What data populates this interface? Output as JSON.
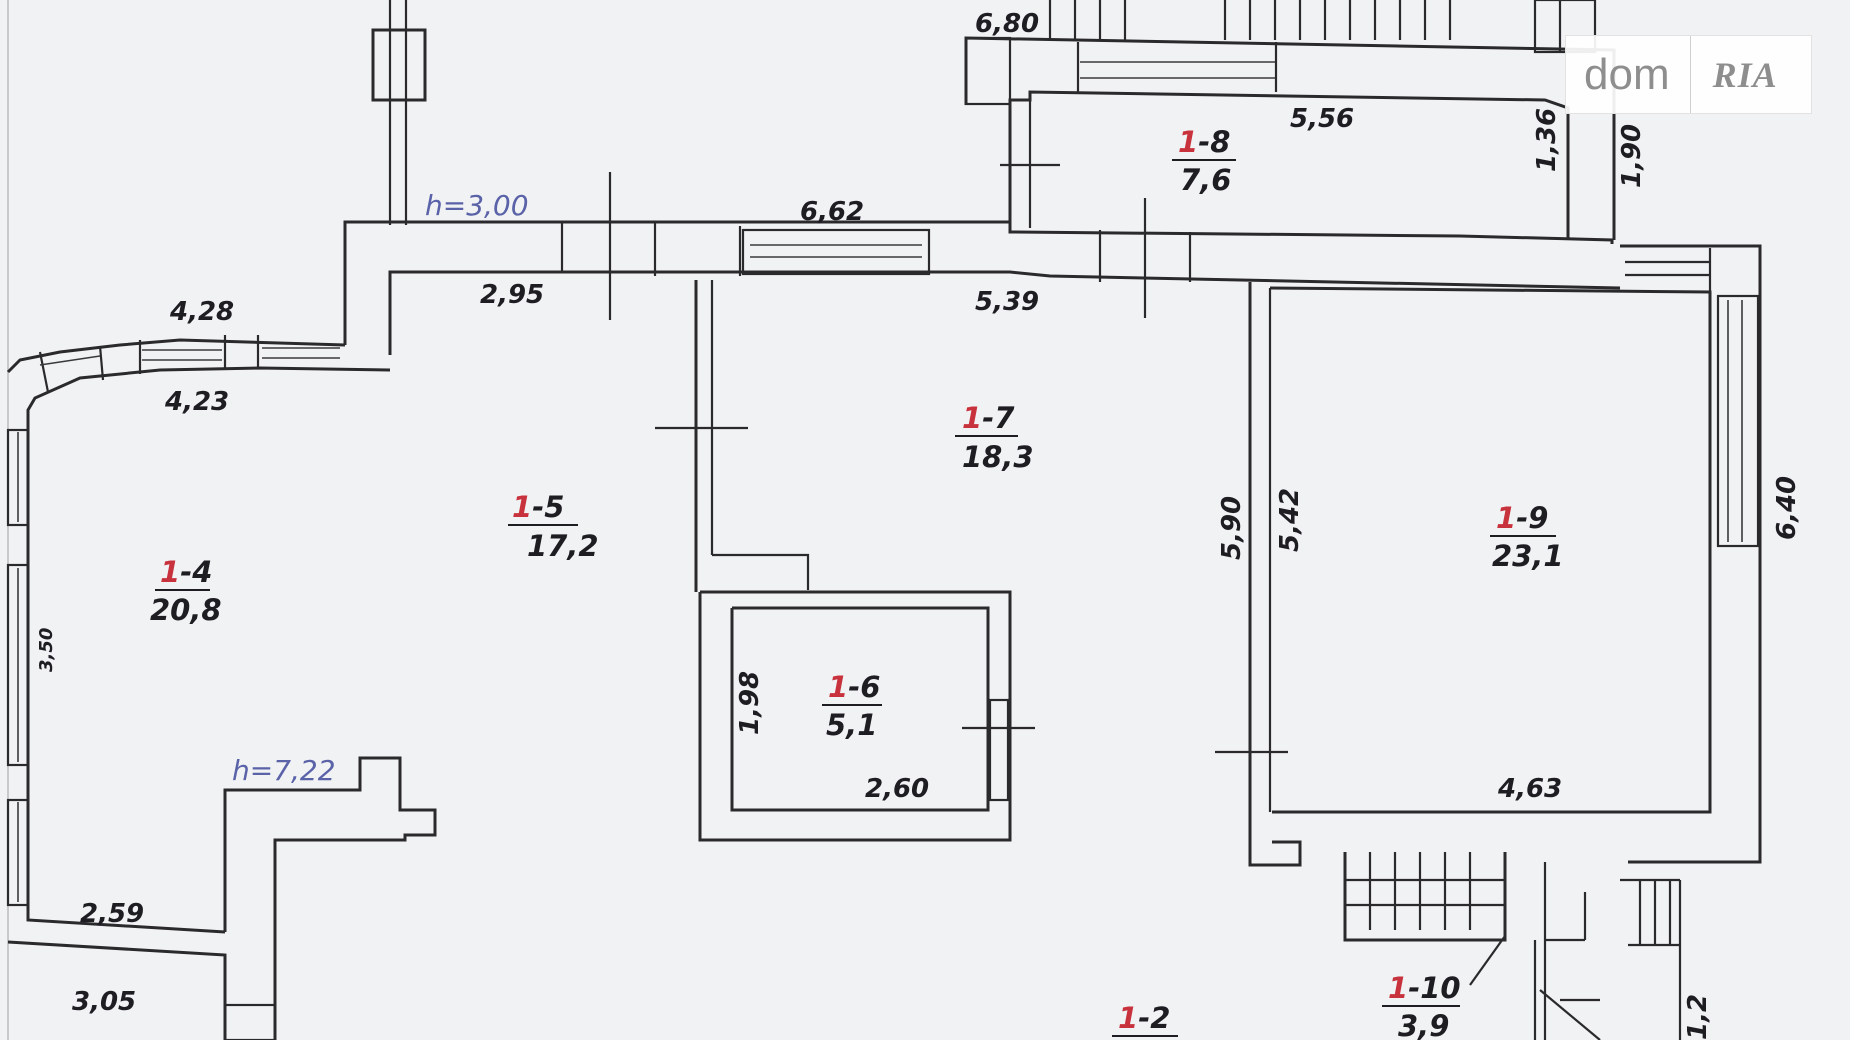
{
  "watermark": {
    "brand": "dom",
    "partner": "RIA"
  },
  "heights": {
    "h1": "h=3,00",
    "h2": "h=7,22"
  },
  "rooms": [
    {
      "id": "1-4",
      "area": "20,8"
    },
    {
      "id": "1-5",
      "area": "17,2"
    },
    {
      "id": "1-6",
      "area": "5,1"
    },
    {
      "id": "1-7",
      "area": "18,3"
    },
    {
      "id": "1-8",
      "area": "7,6"
    },
    {
      "id": "1-9",
      "area": "23,1"
    },
    {
      "id": "1-10",
      "area": "3,9"
    },
    {
      "id": "1-2",
      "area": ""
    }
  ],
  "dimensions": {
    "d_680": "6,80",
    "d_556": "5,56",
    "d_136": "1,36",
    "d_190": "1,90",
    "d_662": "6,62",
    "d_295": "2,95",
    "d_539": "5,39",
    "d_428": "4,28",
    "d_423": "4,23",
    "d_590": "5,90",
    "d_542": "5,42",
    "d_640": "6,40",
    "d_198": "1,98",
    "d_260": "2,60",
    "d_463": "4,63",
    "d_350": "3,50",
    "d_259": "2,59",
    "d_305": "3,05",
    "d_12": "1,2"
  }
}
